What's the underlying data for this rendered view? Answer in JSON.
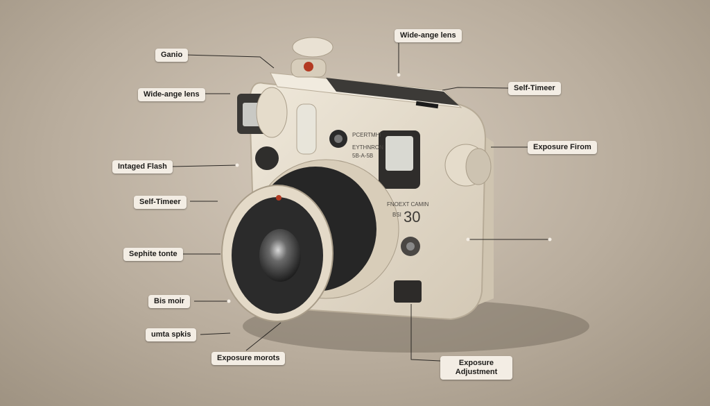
{
  "callouts": {
    "ganio": "Ganio",
    "wide_angle_left": "Wide-ange lens",
    "intaged_flash": "Intaged Flash",
    "self_timer_left": "Self-Timeer",
    "sephite_tonte": "Sephite tonte",
    "bis_moir": "Bis moir",
    "umta_spkis": "umta spkis",
    "exposure_morots": "Exposure morots",
    "wide_angle_top": "Wide-ange lens",
    "self_timer_right": "Self-Timeer",
    "exposure_from": "Exposure Firom",
    "exposure_adjustment": "Exposure Adjustment"
  },
  "camera_text": {
    "front_label_1": "PCERTMHI",
    "front_label_2": "EYTHNRON",
    "front_label_3": "5B-A-5B",
    "side_label_1": "FNOEXT CAMIN",
    "side_label_2": "BSI",
    "side_number": "30"
  },
  "colors": {
    "background": "#b9ad9d",
    "camera_body": "#e6ddcd",
    "label_background": "#f3ede4",
    "leader_line": "#2a2724",
    "lens_dark": "#2b2b2b"
  }
}
